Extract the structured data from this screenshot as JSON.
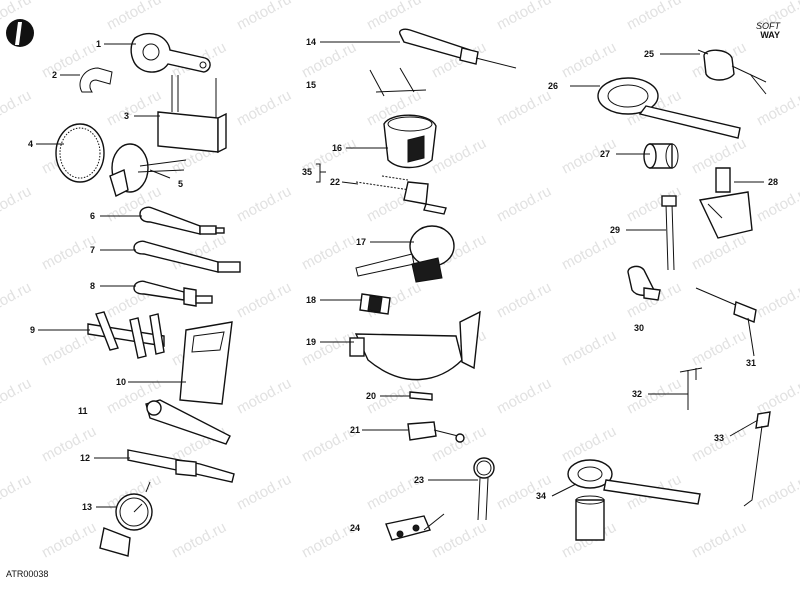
{
  "diagram": {
    "watermark": "motod.ru",
    "brand": {
      "line1": "SOFT",
      "line2": "WAY"
    },
    "document_code": "ATR00038",
    "callouts": [
      "1",
      "2",
      "3",
      "4",
      "5",
      "6",
      "7",
      "8",
      "9",
      "10",
      "11",
      "12",
      "13",
      "14",
      "15",
      "16",
      "35",
      "22",
      "17",
      "18",
      "19",
      "20",
      "21",
      "23",
      "24",
      "25",
      "26",
      "27",
      "28",
      "29",
      "30",
      "31",
      "32",
      "33",
      "34"
    ]
  }
}
